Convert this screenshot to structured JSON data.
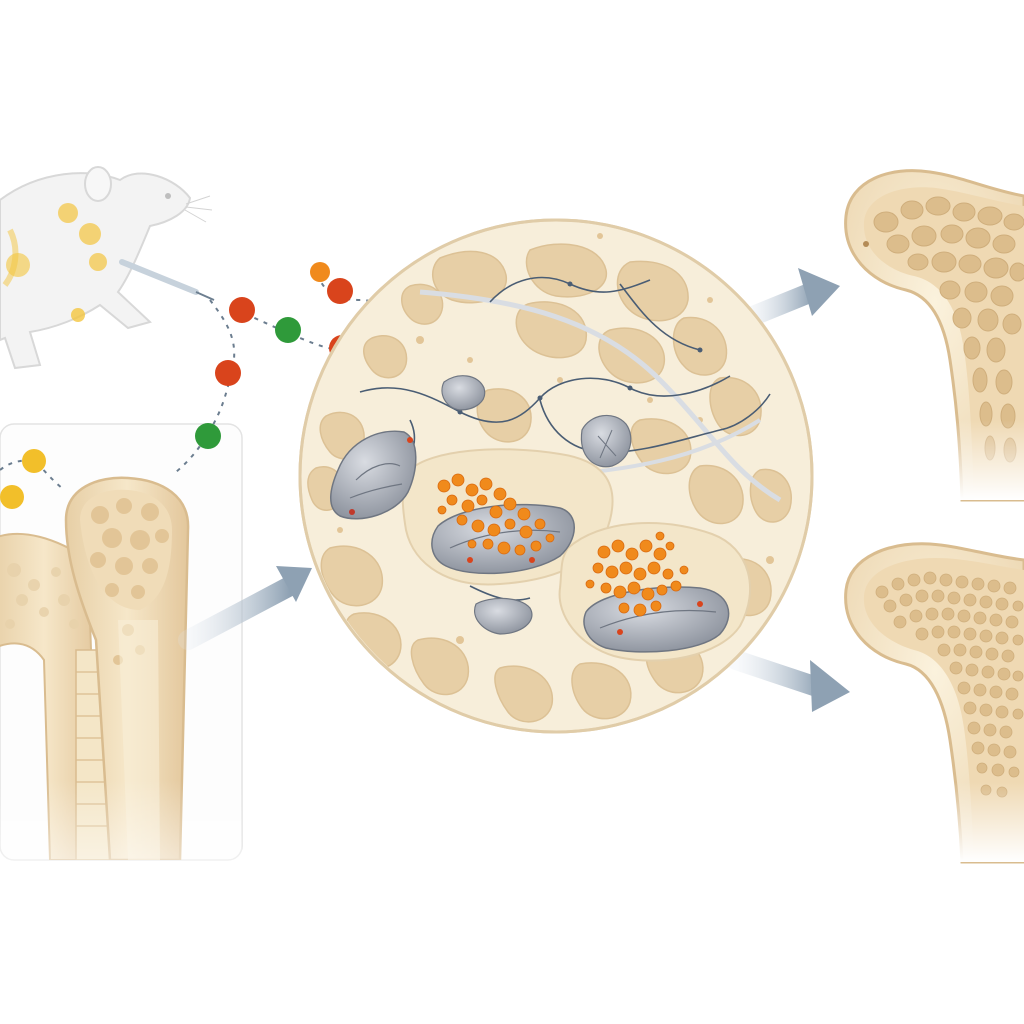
{
  "figure": {
    "kind": "biomedical illustration without printed text",
    "panels": [
      {
        "id": "animal-model",
        "icon": "mouse-icon"
      },
      {
        "id": "long-bone-section",
        "icon": "bone-section-icon"
      },
      {
        "id": "trabecular-microenvironment",
        "icon": "magnified-circle-icon"
      },
      {
        "id": "outcome-upper",
        "icon": "femur-head-icon"
      },
      {
        "id": "outcome-lower",
        "icon": "femur-head-icon"
      }
    ],
    "palette": {
      "background": "#ffffff",
      "bone_cream": "#f6ead0",
      "bone_tan": "#e4c9a0",
      "bone_outline": "#d9bc8f",
      "marrow_pore": "#ead3ad",
      "cell_grey": "#9ea3ad",
      "particle_orange": "#f08a1c",
      "particle_red": "#d9441c",
      "particle_green": "#2f9a3a",
      "particle_yellow": "#f2bf2a",
      "arrow_blue_grey": "#8ea1b3",
      "mouse_white": "#eeeeee"
    }
  }
}
